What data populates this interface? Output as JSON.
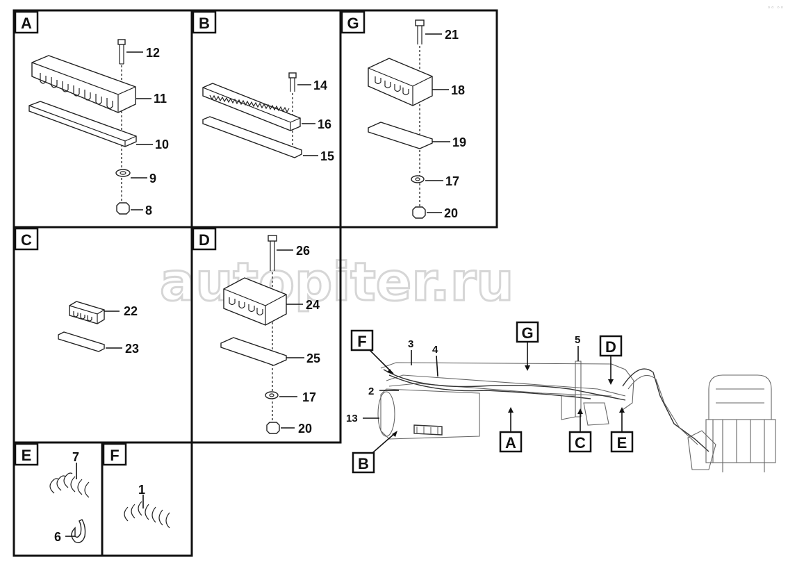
{
  "watermark": "autopiter.ru",
  "panels": {
    "A": {
      "letter": "A",
      "callouts": [
        "12",
        "11",
        "10",
        "9",
        "8"
      ]
    },
    "B": {
      "letter": "B",
      "callouts": [
        "14",
        "16",
        "15"
      ]
    },
    "G": {
      "letter": "G",
      "callouts": [
        "21",
        "18",
        "19",
        "17",
        "20"
      ]
    },
    "C": {
      "letter": "C",
      "callouts": [
        "22",
        "23"
      ]
    },
    "D": {
      "letter": "D",
      "callouts": [
        "26",
        "24",
        "25",
        "17",
        "20"
      ]
    },
    "E": {
      "letter": "E",
      "callouts": [
        "7",
        "6"
      ]
    },
    "F": {
      "letter": "F",
      "callouts": [
        "1"
      ]
    }
  },
  "overview": {
    "callout_labels": [
      "F",
      "G",
      "D",
      "A",
      "C",
      "E",
      "B"
    ],
    "part_numbers": [
      "3",
      "4",
      "5",
      "2",
      "13"
    ]
  }
}
